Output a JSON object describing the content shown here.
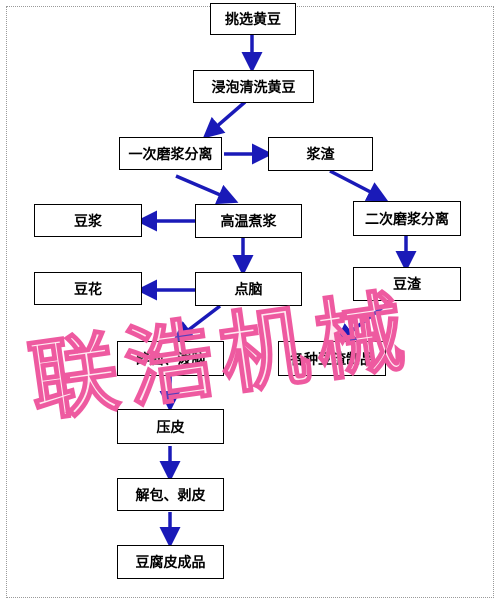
{
  "flow": {
    "nodes": {
      "pick_beans": "挑选黄豆",
      "soak_wash": "浸泡清洗黄豆",
      "first_grind": "一次磨浆分离",
      "okara": "浆渣",
      "soy_milk": "豆浆",
      "boil": "高温煮浆",
      "second_grind": "二次磨浆分离",
      "tofu_pudding": "豆花",
      "coagulate": "点脑",
      "bean_dregs": "豆渣",
      "break_curd": "碎脑、泼脑",
      "dregs_products": "各种豆渣制品",
      "press_skin": "压皮",
      "unwrap_peel": "解包、剥皮",
      "finished": "豆腐皮成品"
    }
  },
  "watermark": {
    "text": "联浩机械"
  },
  "colors": {
    "arrow": "#1a1ab8",
    "watermark_stroke": "#ee5aa0"
  }
}
